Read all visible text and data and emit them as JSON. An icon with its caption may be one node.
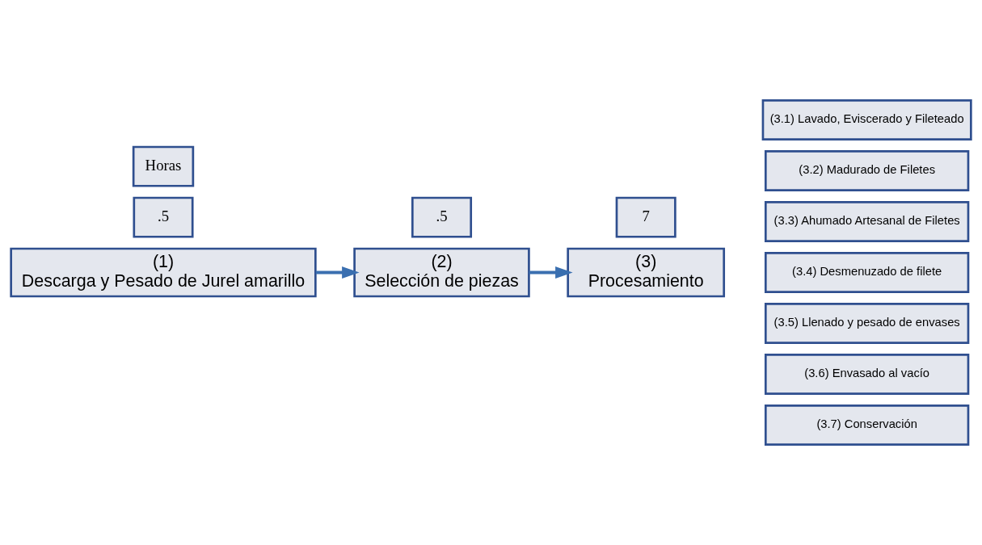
{
  "diagram": {
    "nodes": [
      {
        "text": [
          "(1)",
          "Descarga y Pesado de Jurel amarillo"
        ]
      },
      {
        "text": [
          "(2)",
          "Selección de piezas"
        ]
      },
      {
        "text": [
          "(3)",
          "Procesamiento"
        ]
      },
      {
        "text": [
          "(3.1) Lavado, Eviscerado y Fileteado"
        ]
      },
      {
        "text": [
          "(3.2) Madurado de Filetes"
        ]
      },
      {
        "text": [
          "(3.3) Ahumado Artesanal de Filetes"
        ]
      },
      {
        "text": [
          "(3.4) Desmenuzado de filete"
        ]
      },
      {
        "text": [
          "(3.5) Llenado y pesado de envases"
        ]
      },
      {
        "text": [
          "(3.6) Envasado al vacío"
        ]
      },
      {
        "text": [
          "(3.7) Conservación"
        ]
      },
      {
        "text": [
          ".5"
        ]
      },
      {
        "text": [
          ".5"
        ]
      },
      {
        "text": [
          "7"
        ]
      },
      {
        "text": [
          "Horas"
        ]
      }
    ],
    "edges": [
      {
        "from": 0,
        "to": 1,
        "arrow": "to"
      },
      {
        "from": 1,
        "to": 2,
        "arrow": "to"
      }
    ]
  }
}
